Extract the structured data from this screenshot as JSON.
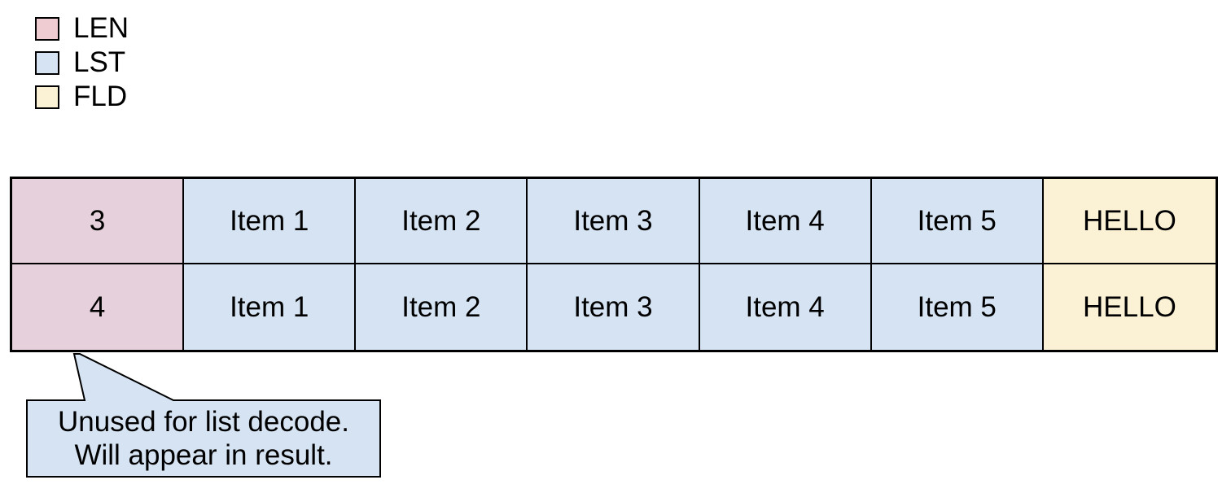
{
  "colors": {
    "border": "#000000",
    "len_legend": "#eeccd1",
    "len_cell": "#e6d0db",
    "lst": "#d5e3f2",
    "fld": "#fbf2d5",
    "bubble": "#d5e3f2"
  },
  "legend": {
    "items": [
      {
        "label": "LEN"
      },
      {
        "label": "LST"
      },
      {
        "label": "FLD"
      }
    ]
  },
  "table": {
    "rows": [
      {
        "cells": [
          "3",
          "Item 1",
          "Item 2",
          "Item 3",
          "Item 4",
          "Item 5",
          "HELLO"
        ]
      },
      {
        "cells": [
          "4",
          "Item 1",
          "Item 2",
          "Item 3",
          "Item 4",
          "Item 5",
          "HELLO"
        ]
      }
    ]
  },
  "callout": {
    "line1": "Unused for list decode.",
    "line2": "Will appear in result."
  }
}
